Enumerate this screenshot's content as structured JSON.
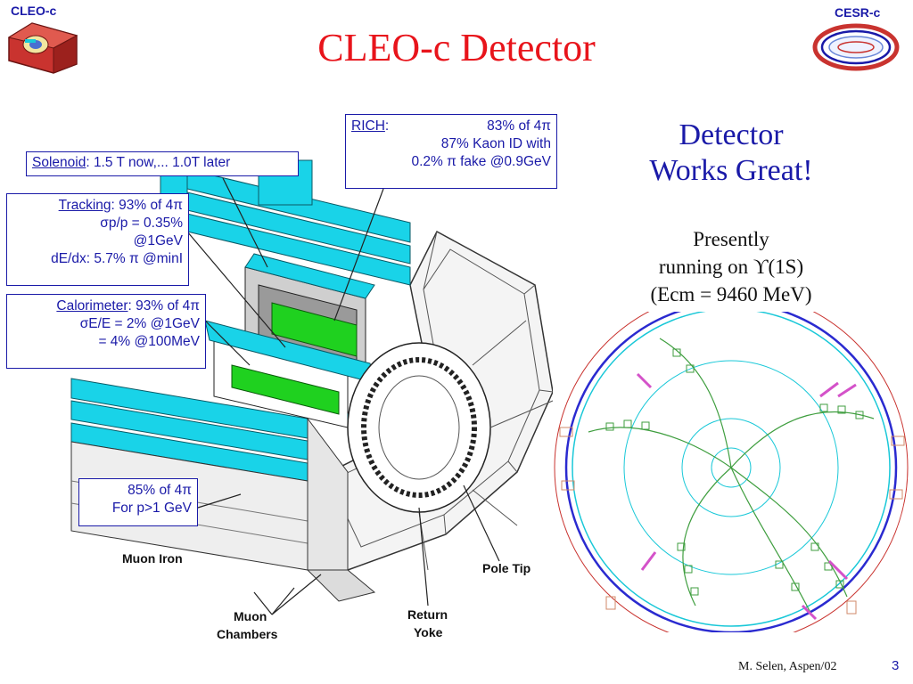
{
  "title": "CLEO-c Detector",
  "logos": {
    "left_label": "CLEO-c",
    "right_label": "CESR-c"
  },
  "boxes": {
    "rich": {
      "label": "RICH",
      "colon": ":",
      "line1_rest": "83% of 4π",
      "line2": "87% Kaon ID with",
      "line3": "0.2% π fake @0.9GeV"
    },
    "solenoid": {
      "label": "Solenoid",
      "rest": ": 1.5 T now,... 1.0T later"
    },
    "tracking": {
      "label": "Tracking",
      "line1_rest": ":   93% of 4π",
      "line2": "σp/p = 0.35%",
      "line3": "@1GeV",
      "line4": "dE/dx: 5.7% π @minI"
    },
    "calorimeter": {
      "label": "Calorimeter",
      "line1_rest": ": 93% of 4π",
      "line2": "σE/E = 2% @1GeV",
      "line3": "= 4% @100MeV"
    },
    "muon": {
      "line1": "85% of 4π",
      "line2": "For p>1 GeV"
    }
  },
  "right_text": {
    "headline_line1": "Detector",
    "headline_line2": "Works Great!",
    "status_line1": "Presently",
    "status_line2": "running on ϒ(1S)",
    "status_line3": "(Ecm = 9460 MeV)"
  },
  "detector_labels": {
    "muon_iron": "Muon Iron",
    "pole_tip": "Pole Tip",
    "muon_chambers_1": "Muon",
    "muon_chambers_2": "Chambers",
    "return_yoke_1": "Return",
    "return_yoke_2": "Yoke"
  },
  "footer": {
    "credit": "M. Selen, Aspen/02",
    "page_number": "3"
  },
  "colors": {
    "title_red": "#e8141b",
    "box_blue": "#1a1aa8",
    "cyan": "#19d3e8",
    "green": "#1fd11f",
    "magenta": "#d452c9"
  }
}
